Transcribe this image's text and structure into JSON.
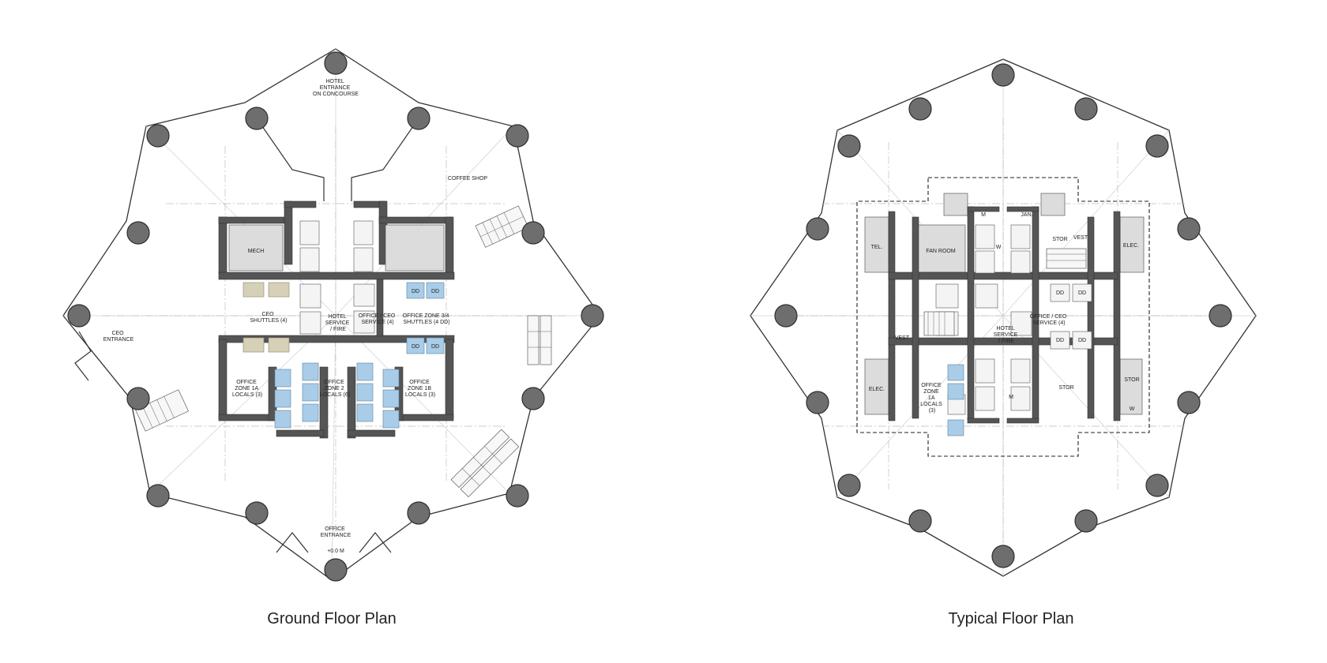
{
  "plans": {
    "ground": {
      "title": "Ground Floor Plan",
      "labels": {
        "hotel_entrance": [
          "HOTEL",
          "ENTRANCE",
          "ON CONCOURSE"
        ],
        "coffee_shop": "COFFEE SHOP",
        "ceo_entrance": [
          "CEO",
          "ENTRANCE"
        ],
        "office_entrance": [
          "OFFICE",
          "ENTRANCE"
        ],
        "elevation": "+0.0 M",
        "mech": "MECH",
        "ceo_shuttles": [
          "CEO",
          "SHUTTLES (4)"
        ],
        "hotel_service": [
          "HOTEL",
          "SERVICE",
          "/ FIRE"
        ],
        "office_ceo_service": [
          "OFFICE / CEO",
          "SERVICE (4)"
        ],
        "office_zone_34": [
          "OFFICE ZONE 3/4",
          "SHUTTLES (4 DD)"
        ],
        "zone_1a": [
          "OFFICE",
          "ZONE 1A",
          "LOCALS (3)"
        ],
        "zone_2": [
          "OFFICE",
          "ZONE 2",
          "LOCALS (6)"
        ],
        "zone_1b": [
          "OFFICE",
          "ZONE 1B",
          "LOCALS (3)"
        ],
        "dd": "DD"
      }
    },
    "typical": {
      "title": "Typical Floor Plan",
      "labels": {
        "tel": "TEL.",
        "fan_room": "FAN ROOM",
        "m": "M",
        "w": "W",
        "jan": "JAN.",
        "stor": "STOR",
        "vest": "VEST",
        "elec": "ELEC.",
        "hotel_service": [
          "HOTEL",
          "SERVICE",
          "/ FIRE"
        ],
        "office_ceo_service": [
          "OFFICE / CEO",
          "SERVICE (4)"
        ],
        "zone_1a": [
          "OFFICE",
          "ZONE",
          "1A",
          "LOCALS",
          "(3)"
        ],
        "dd": "DD"
      }
    }
  }
}
